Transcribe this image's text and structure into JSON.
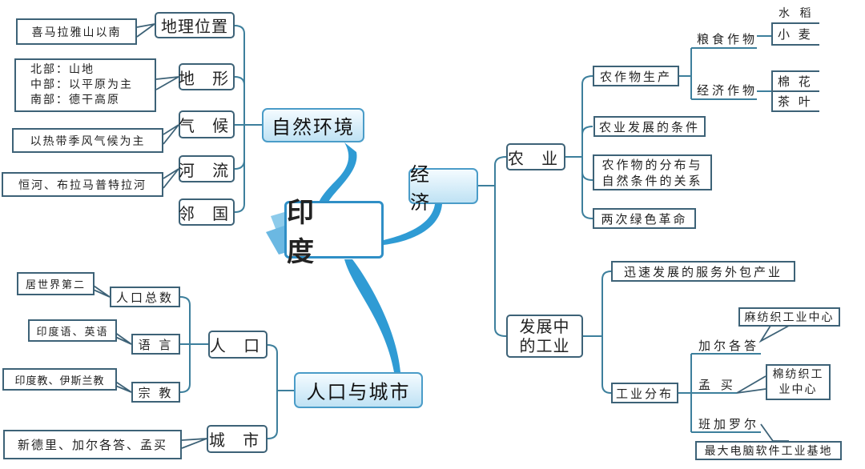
{
  "center": "印 度",
  "branches": {
    "nature": {
      "label": "自然环境",
      "items": [
        {
          "label": "地理位置",
          "note": "喜马拉雅山以南"
        },
        {
          "label": "地 形",
          "note_lines": [
            "北部：山地",
            "中部：以平原为主",
            "南部：德干高原"
          ]
        },
        {
          "label": "气 候",
          "note": "以热带季风气候为主"
        },
        {
          "label": "河 流",
          "note": "恒河、布拉马普特拉河"
        },
        {
          "label": "邻 国"
        }
      ]
    },
    "economy": {
      "label": "经 济",
      "agriculture": {
        "label": "农 业",
        "items": [
          "农作物生产",
          "农业发展的条件",
          "农作物的分布与自然条件的关系",
          "两次绿色革命"
        ],
        "item3_lines": [
          "农作物的分布与",
          "自然条件的关系"
        ],
        "food_crops": {
          "label": "粮食作物",
          "items": [
            "水 稻",
            "小 麦"
          ]
        },
        "cash_crops": {
          "label": "经济作物",
          "items": [
            "棉 花",
            "茶 叶"
          ]
        }
      },
      "industry": {
        "label_lines": [
          "发展中",
          "的工业"
        ],
        "items": [
          "迅速发展的服务外包产业",
          "工业分布"
        ],
        "cities": [
          {
            "name": "加尔各答",
            "note": "麻纺织工业中心"
          },
          {
            "name": "孟 买",
            "note_lines": [
              "棉纺织工",
              "业中心"
            ]
          },
          {
            "name": "班加罗尔",
            "note": "最大电脑软件工业基地"
          }
        ]
      }
    },
    "population": {
      "label": "人口与城市",
      "people": {
        "label": "人 口",
        "items": [
          {
            "label": "人口总数",
            "note": "居世界第二"
          },
          {
            "label": "语 言",
            "note": "印度语、英语"
          },
          {
            "label": "宗 教",
            "note": "印度教、伊斯兰教"
          }
        ]
      },
      "cities": {
        "label": "城 市",
        "note": "新德里、加尔各答、孟买"
      }
    }
  },
  "colors": {
    "line": "#3d7f9c",
    "border": "#3d6277",
    "main_fill": "#bfe2f4",
    "connector": "#2f9bd4"
  }
}
